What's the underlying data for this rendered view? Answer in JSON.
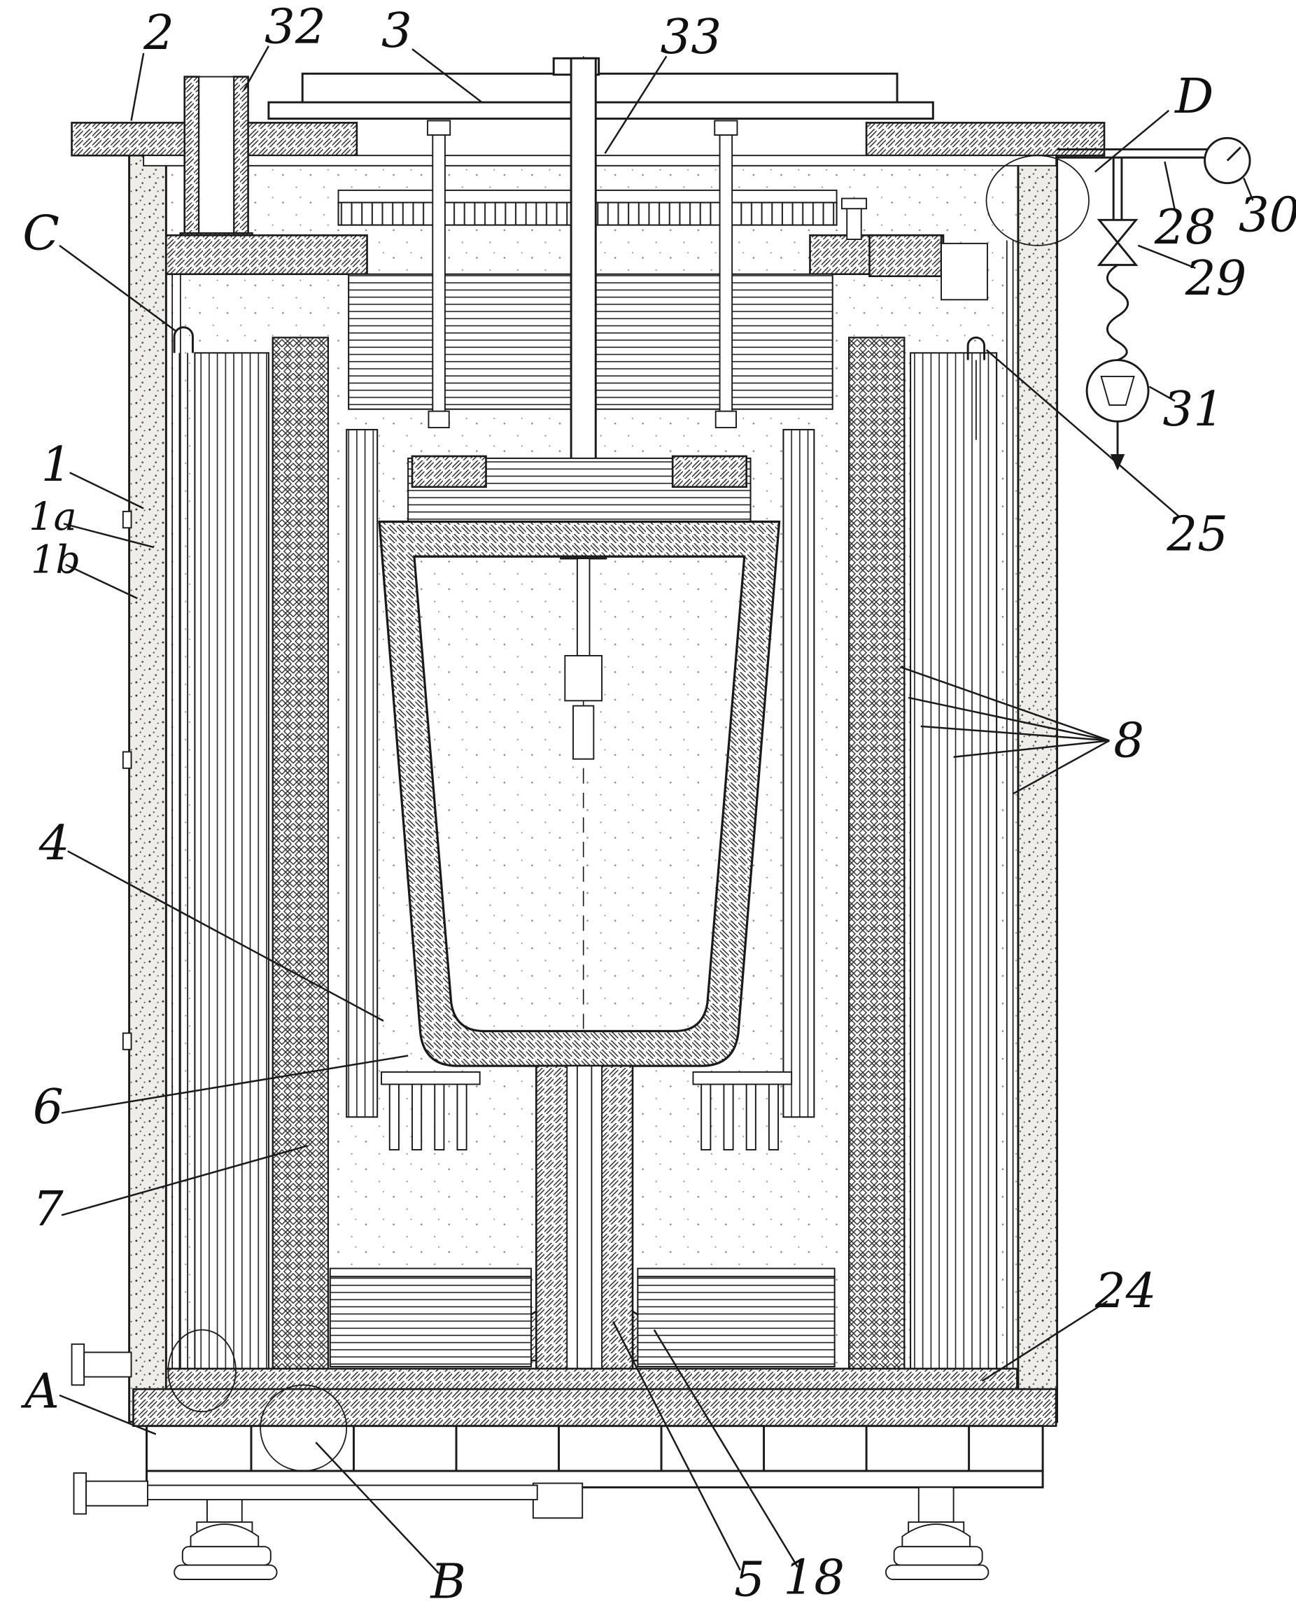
{
  "figure": {
    "ink_color": "#1a1a1a",
    "paper_color": "#ffffff"
  },
  "labels": {
    "n1": "1",
    "n1a": "1a",
    "n1b": "1b",
    "n2": "2",
    "n3": "3",
    "n4": "4",
    "n5": "5",
    "n6": "6",
    "n7": "7",
    "n8": "8",
    "n18": "18",
    "n24": "24",
    "n25": "25",
    "n28": "28",
    "n29": "29",
    "n30": "30",
    "n31": "31",
    "n32": "32",
    "n33": "33",
    "A": "A",
    "B": "B",
    "C": "C",
    "D": "D"
  }
}
